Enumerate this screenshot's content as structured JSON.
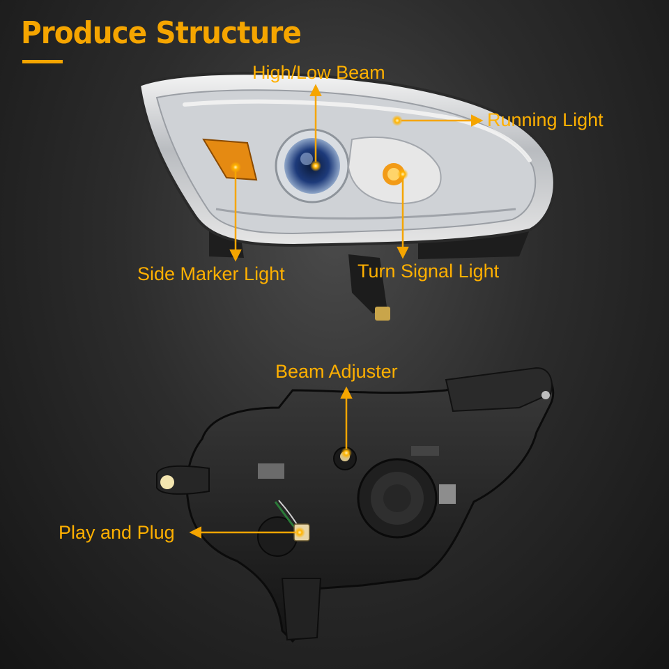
{
  "header": {
    "title": "Produce Structure"
  },
  "callouts": {
    "high_low_beam": "High/Low Beam",
    "running_light": "Running Light",
    "side_marker_light": "Side Marker Light",
    "turn_signal_light": "Turn Signal Light",
    "beam_adjuster": "Beam Adjuster",
    "play_and_plug": "Play and Plug"
  },
  "colors": {
    "accent": "#f5a500",
    "background": "#2c2c2c"
  }
}
